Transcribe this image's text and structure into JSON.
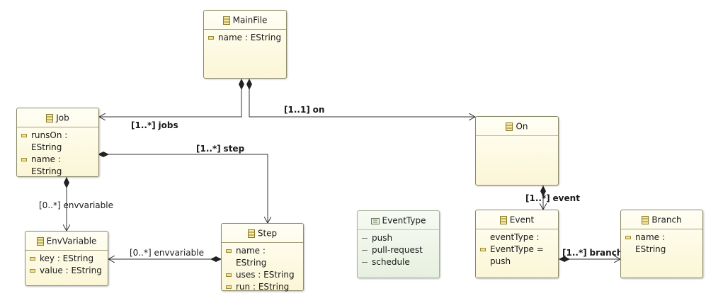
{
  "classes": {
    "mainfile": {
      "name": "MainFile",
      "attrs": [
        "name : EString"
      ]
    },
    "job": {
      "name": "Job",
      "attrs": [
        "runsOn :\nEString",
        "name : EString"
      ]
    },
    "on": {
      "name": "On",
      "attrs": []
    },
    "envvariable": {
      "name": "EnvVariable",
      "attrs": [
        "key : EString",
        "value : EString"
      ]
    },
    "step": {
      "name": "Step",
      "attrs": [
        "name : EString",
        "uses : EString",
        "run : EString"
      ]
    },
    "eventtype": {
      "name": "EventType",
      "literals": [
        "push",
        "pull-request",
        "schedule"
      ]
    },
    "event": {
      "name": "Event",
      "attrs": [
        "eventType :\nEventType =\npush"
      ]
    },
    "branch": {
      "name": "Branch",
      "attrs": [
        "name : EString"
      ]
    }
  },
  "references": {
    "jobs": {
      "mult": "[1..*]",
      "name": "jobs"
    },
    "on": {
      "mult": "[1..1]",
      "name": "on"
    },
    "step": {
      "mult": "[1..*]",
      "name": "step"
    },
    "job_env": {
      "mult": "[0..*]",
      "name": "envvariable"
    },
    "step_env": {
      "mult": "[0..*]",
      "name": "envvariable"
    },
    "event": {
      "mult": "[1..*]",
      "name": "event"
    },
    "branch": {
      "mult": "[1..*]",
      "name": "branch"
    }
  },
  "colors": {
    "class_fill": "#fbf6d6",
    "enum_fill": "#e7f0df",
    "border": "#8a8a6a",
    "edge": "#333333"
  },
  "icons": {
    "class": "eclass-icon",
    "enum": "eenum-icon",
    "attribute": "attribute-icon",
    "literal": "literal-icon"
  }
}
